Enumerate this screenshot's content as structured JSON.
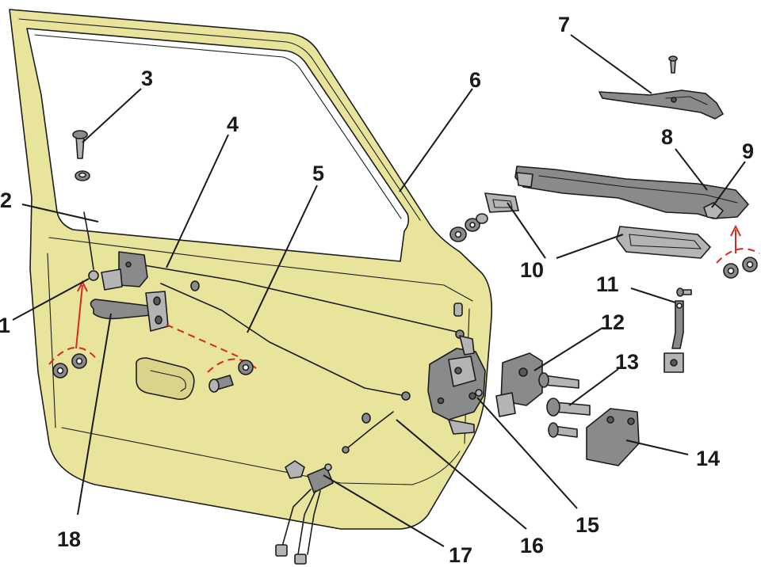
{
  "colors": {
    "door_panel": "#e8e49c",
    "door_shade": "#d9d48a",
    "glass": "#ffffff",
    "metal": "#8a8a8a",
    "metal_light": "#b4b4b4",
    "metal_dark": "#5a5a5a",
    "outline": "#1c1c1c",
    "dashed_arrow": "#d42a22"
  },
  "callouts": [
    {
      "label": "1"
    },
    {
      "label": "2"
    },
    {
      "label": "3"
    },
    {
      "label": "4"
    },
    {
      "label": "5"
    },
    {
      "label": "6"
    },
    {
      "label": "7"
    },
    {
      "label": "8"
    },
    {
      "label": "9"
    },
    {
      "label": "10"
    },
    {
      "label": "11"
    },
    {
      "label": "12"
    },
    {
      "label": "13"
    },
    {
      "label": "14"
    },
    {
      "label": "15"
    },
    {
      "label": "16"
    },
    {
      "label": "17"
    },
    {
      "label": "18"
    }
  ]
}
